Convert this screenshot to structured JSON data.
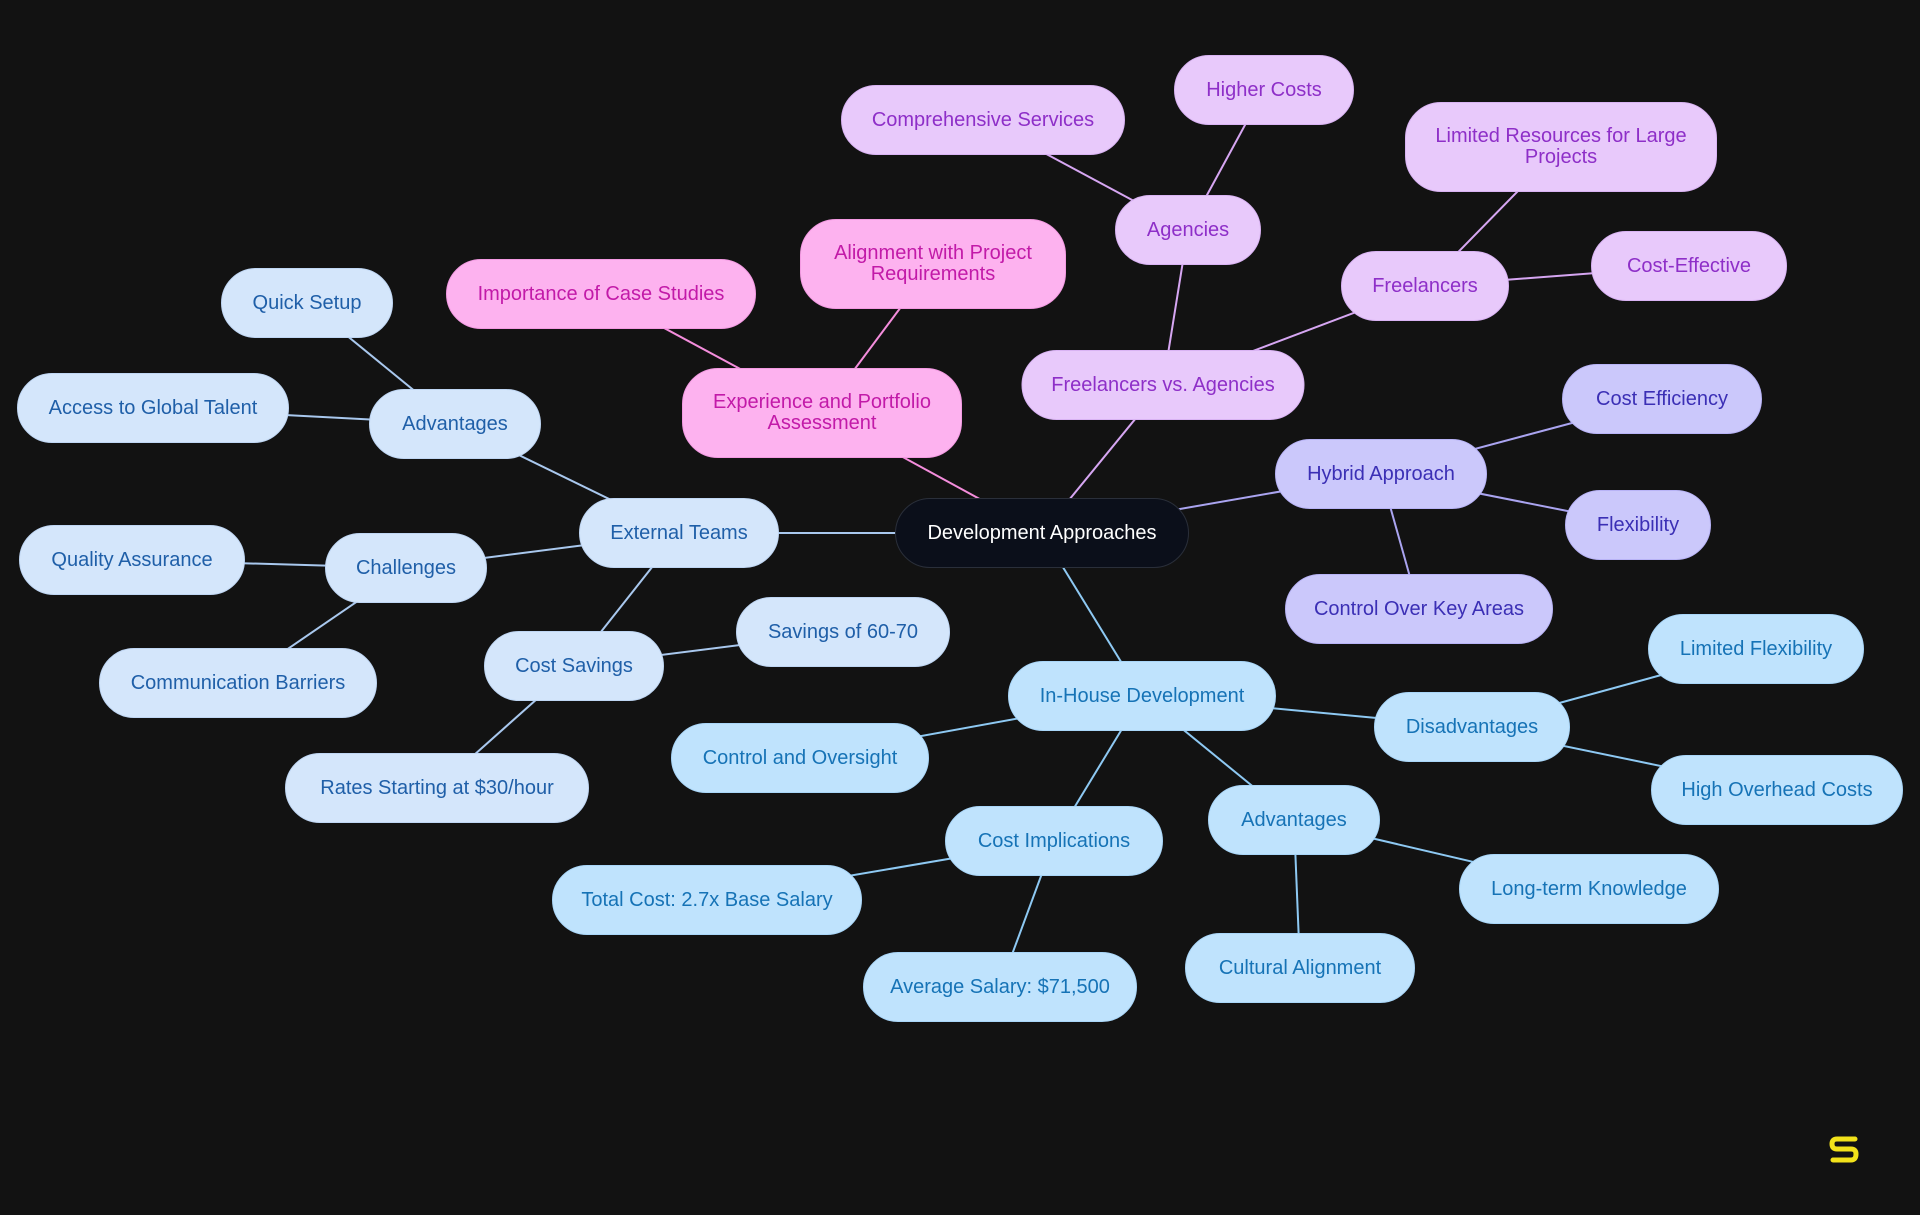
{
  "colors": {
    "background": "#121212",
    "root": "#0b0f1a",
    "pink_branch": "#fdb2ef",
    "lilac_branch": "#e8c9fb",
    "indigo_branch": "#cbc8fb",
    "blue_branch": "#bfe3fd",
    "pale_branch": "#d4e6fb",
    "logo": "#f2e21a"
  },
  "nodes": {
    "root": "Development Approaches",
    "experience": "Experience and Portfolio Assessment",
    "case_studies": "Importance of Case Studies",
    "alignment": "Alignment with Project Requirements",
    "freelancers_vs_agencies": "Freelancers vs. Agencies",
    "agencies": "Agencies",
    "comprehensive": "Comprehensive Services",
    "higher_costs": "Higher Costs",
    "freelancers": "Freelancers",
    "limited_resources": "Limited Resources for Large Projects",
    "cost_effective": "Cost-Effective",
    "hybrid": "Hybrid Approach",
    "cost_efficiency": "Cost Efficiency",
    "flexibility": "Flexibility",
    "control_key": "Control Over Key Areas",
    "in_house": "In-House Development",
    "disadvantages": "Disadvantages",
    "limited_flex": "Limited Flexibility",
    "overhead": "High Overhead Costs",
    "control_oversight": "Control and Oversight",
    "in_advantages": "Advantages",
    "long_term": "Long-term Knowledge",
    "cultural": "Cultural Alignment",
    "cost_implications": "Cost Implications",
    "total_cost": "Total Cost: 2.7x Base Salary",
    "avg_salary": "Average Salary: $71,500",
    "external": "External Teams",
    "ext_advantages": "Advantages",
    "quick_setup": "Quick Setup",
    "global_talent": "Access to Global Talent",
    "challenges": "Challenges",
    "quality": "Quality Assurance",
    "communication": "Communication Barriers",
    "cost_savings": "Cost Savings",
    "savings_60": "Savings of 60-70",
    "rates_30": "Rates Starting at $30/hour"
  },
  "edges": [
    [
      "root",
      "experience"
    ],
    [
      "experience",
      "case_studies"
    ],
    [
      "experience",
      "alignment"
    ],
    [
      "root",
      "freelancers_vs_agencies"
    ],
    [
      "freelancers_vs_agencies",
      "agencies"
    ],
    [
      "agencies",
      "comprehensive"
    ],
    [
      "agencies",
      "higher_costs"
    ],
    [
      "freelancers_vs_agencies",
      "freelancers"
    ],
    [
      "freelancers",
      "limited_resources"
    ],
    [
      "freelancers",
      "cost_effective"
    ],
    [
      "root",
      "hybrid"
    ],
    [
      "hybrid",
      "cost_efficiency"
    ],
    [
      "hybrid",
      "flexibility"
    ],
    [
      "hybrid",
      "control_key"
    ],
    [
      "root",
      "in_house"
    ],
    [
      "in_house",
      "disadvantages"
    ],
    [
      "disadvantages",
      "limited_flex"
    ],
    [
      "disadvantages",
      "overhead"
    ],
    [
      "in_house",
      "control_oversight"
    ],
    [
      "in_house",
      "in_advantages"
    ],
    [
      "in_advantages",
      "long_term"
    ],
    [
      "in_advantages",
      "cultural"
    ],
    [
      "in_house",
      "cost_implications"
    ],
    [
      "cost_implications",
      "total_cost"
    ],
    [
      "cost_implications",
      "avg_salary"
    ],
    [
      "root",
      "external"
    ],
    [
      "external",
      "ext_advantages"
    ],
    [
      "ext_advantages",
      "quick_setup"
    ],
    [
      "ext_advantages",
      "global_talent"
    ],
    [
      "external",
      "challenges"
    ],
    [
      "challenges",
      "quality"
    ],
    [
      "challenges",
      "communication"
    ],
    [
      "external",
      "cost_savings"
    ],
    [
      "cost_savings",
      "savings_60"
    ],
    [
      "cost_savings",
      "rates_30"
    ]
  ],
  "edge_colors": {
    "pink": "#f48ddc",
    "lilac": "#d6a6f2",
    "indigo": "#aaa4f0",
    "blue": "#8ec9f3",
    "pale": "#a9c8ee"
  }
}
